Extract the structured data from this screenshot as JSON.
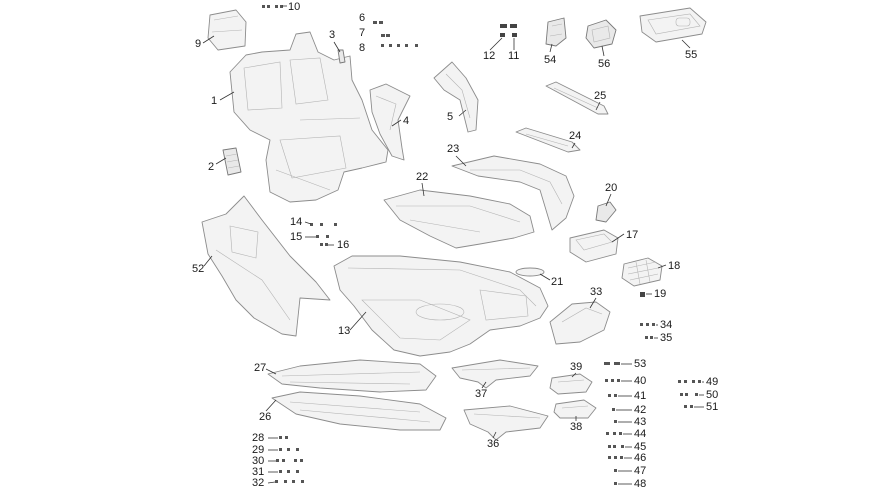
{
  "diagram": {
    "type": "exploded-parts-diagram",
    "callouts": [
      {
        "id": "p1",
        "text": "1"
      },
      {
        "id": "p2",
        "text": "2"
      },
      {
        "id": "p3",
        "text": "3"
      },
      {
        "id": "p4",
        "text": "4"
      },
      {
        "id": "p5",
        "text": "5"
      },
      {
        "id": "p6",
        "text": "6"
      },
      {
        "id": "p7",
        "text": "7"
      },
      {
        "id": "p8",
        "text": "8"
      },
      {
        "id": "p9",
        "text": "9"
      },
      {
        "id": "p10",
        "text": "10"
      },
      {
        "id": "p11",
        "text": "11"
      },
      {
        "id": "p12",
        "text": "12"
      },
      {
        "id": "p13",
        "text": "13"
      },
      {
        "id": "p14",
        "text": "14"
      },
      {
        "id": "p15",
        "text": "15"
      },
      {
        "id": "p16",
        "text": "16"
      },
      {
        "id": "p17",
        "text": "17"
      },
      {
        "id": "p18",
        "text": "18"
      },
      {
        "id": "p19",
        "text": "19"
      },
      {
        "id": "p20",
        "text": "20"
      },
      {
        "id": "p21",
        "text": "21"
      },
      {
        "id": "p22",
        "text": "22"
      },
      {
        "id": "p23",
        "text": "23"
      },
      {
        "id": "p24",
        "text": "24"
      },
      {
        "id": "p25",
        "text": "25"
      },
      {
        "id": "p26",
        "text": "26"
      },
      {
        "id": "p27",
        "text": "27"
      },
      {
        "id": "p28",
        "text": "28"
      },
      {
        "id": "p29",
        "text": "29"
      },
      {
        "id": "p30",
        "text": "30"
      },
      {
        "id": "p31",
        "text": "31"
      },
      {
        "id": "p32",
        "text": "32"
      },
      {
        "id": "p33",
        "text": "33"
      },
      {
        "id": "p34",
        "text": "34"
      },
      {
        "id": "p35",
        "text": "35"
      },
      {
        "id": "p36",
        "text": "36"
      },
      {
        "id": "p37",
        "text": "37"
      },
      {
        "id": "p38",
        "text": "38"
      },
      {
        "id": "p39",
        "text": "39"
      },
      {
        "id": "p40",
        "text": "40"
      },
      {
        "id": "p41",
        "text": "41"
      },
      {
        "id": "p42",
        "text": "42"
      },
      {
        "id": "p43",
        "text": "43"
      },
      {
        "id": "p44",
        "text": "44"
      },
      {
        "id": "p45",
        "text": "45"
      },
      {
        "id": "p46",
        "text": "46"
      },
      {
        "id": "p47",
        "text": "47"
      },
      {
        "id": "p48",
        "text": "48"
      },
      {
        "id": "p49",
        "text": "49"
      },
      {
        "id": "p50",
        "text": "50"
      },
      {
        "id": "p51",
        "text": "51"
      },
      {
        "id": "p52",
        "text": "52"
      },
      {
        "id": "p53",
        "text": "53"
      },
      {
        "id": "p54",
        "text": "54"
      },
      {
        "id": "p55",
        "text": "55"
      },
      {
        "id": "p56",
        "text": "56"
      }
    ]
  }
}
